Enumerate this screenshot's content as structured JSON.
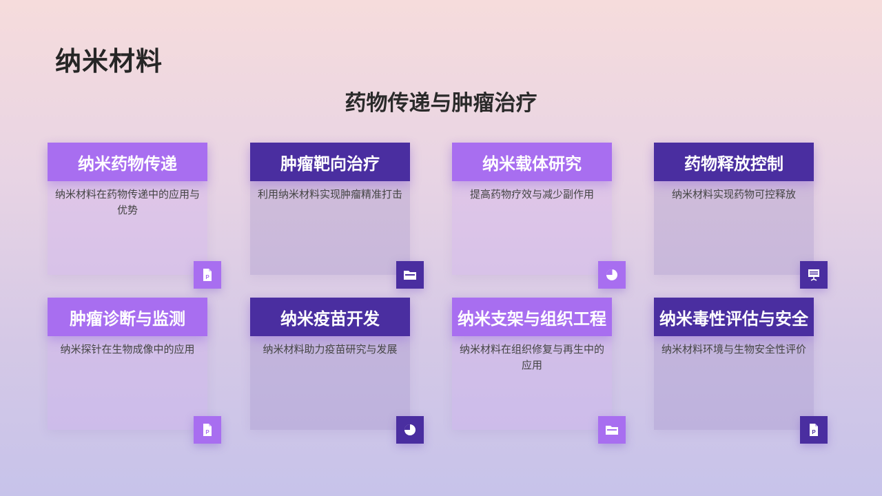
{
  "page": {
    "title": "纳米材料",
    "subtitle": "药物传递与肿瘤治疗"
  },
  "colors": {
    "accent_light": "#a86ef0",
    "accent_dark": "#4a2ea0"
  },
  "cards": [
    {
      "title": "纳米药物传递",
      "desc": "纳米材料在药物传递中的应用与优势",
      "icon": "document-icon"
    },
    {
      "title": "肿瘤靶向治疗",
      "desc": "利用纳米材料实现肿瘤精准打击",
      "icon": "folder-icon"
    },
    {
      "title": "纳米载体研究",
      "desc": "提高药物疗效与减少副作用",
      "icon": "pie-chart-icon"
    },
    {
      "title": "药物释放控制",
      "desc": "纳米材料实现药物可控释放",
      "icon": "presentation-icon"
    },
    {
      "title": "肿瘤诊断与监测",
      "desc": "纳米探针在生物成像中的应用",
      "icon": "document-icon"
    },
    {
      "title": "纳米疫苗开发",
      "desc": "纳米材料助力疫苗研究与发展",
      "icon": "pie-chart-icon"
    },
    {
      "title": "纳米支架与组织工程",
      "desc": "纳米材料在组织修复与再生中的应用",
      "icon": "folder-icon"
    },
    {
      "title": "纳米毒性评估与安全",
      "desc": "纳米材料环境与生物安全性评价",
      "icon": "document-icon"
    }
  ]
}
